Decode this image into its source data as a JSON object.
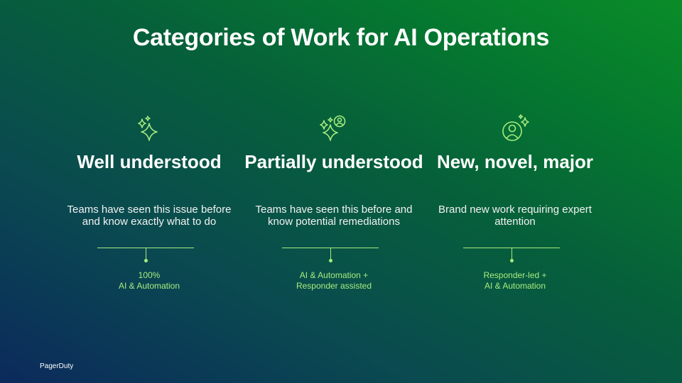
{
  "title": "Categories of Work for AI Operations",
  "columns": [
    {
      "icon": "sparkles-icon",
      "heading": "Well understood",
      "description": "Teams have seen this issue before and know exactly what to do",
      "tag_line1": "100%",
      "tag_line2": "AI & Automation"
    },
    {
      "icon": "sparkles-user-icon",
      "heading": "Partially understood",
      "description": "Teams have seen this before and know potential remediations",
      "tag_line1": "AI & Automation +",
      "tag_line2": "Responder assisted"
    },
    {
      "icon": "user-sparkles-icon",
      "heading": "New, novel, major",
      "description": "Brand new work requiring expert attention",
      "tag_line1": "Responder-led +",
      "tag_line2": "AI & Automation"
    }
  ],
  "logo": "PagerDuty",
  "colors": {
    "accent": "#a6ec7e",
    "bg_start": "#0b2a5c",
    "bg_end": "#0a8c28"
  }
}
